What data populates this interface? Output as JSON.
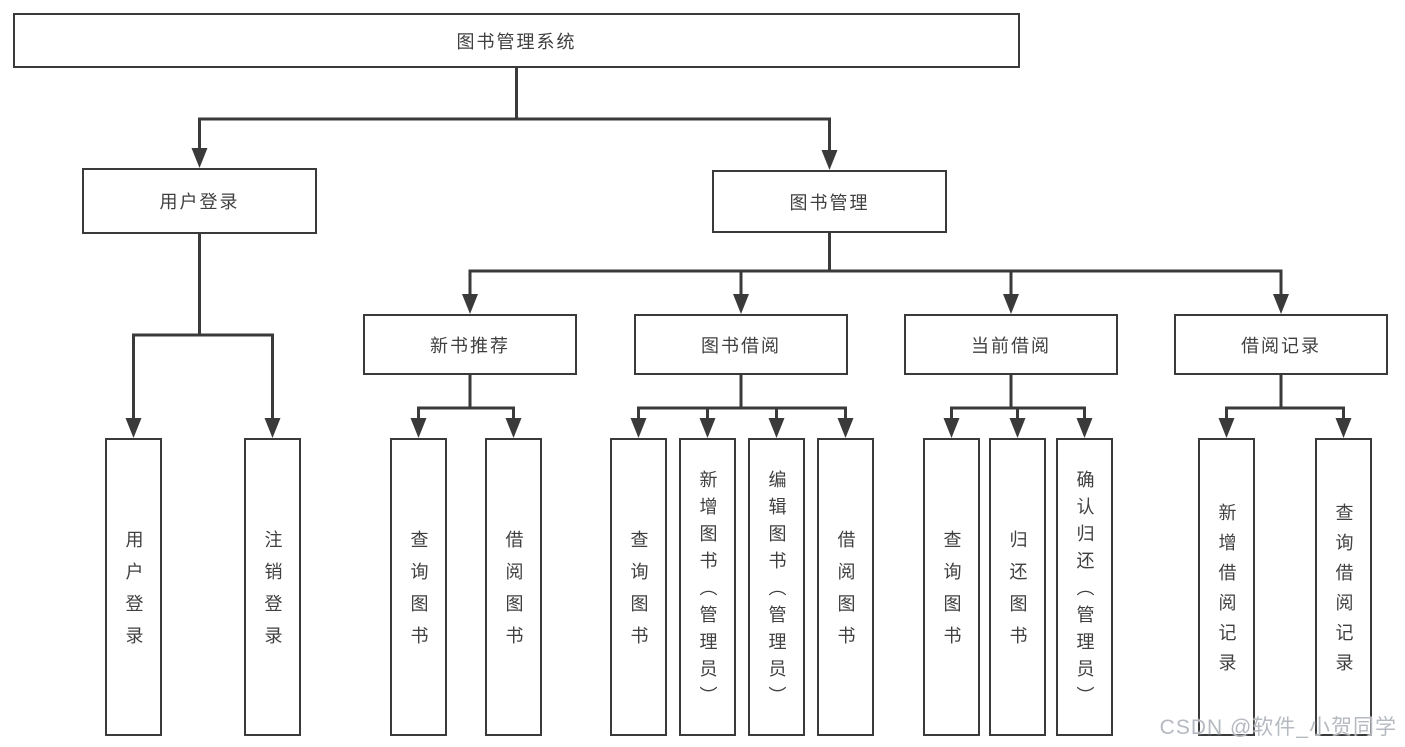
{
  "diagram": {
    "title": "图书管理系统",
    "watermark": "CSDN @软件_小贺同学",
    "colors": {
      "line": "#3a3a3a",
      "text": "#404040",
      "background": "#ffffff",
      "watermark": "#b5b9c0"
    },
    "tree": {
      "id": "root",
      "label": "图书管理系统",
      "children": [
        {
          "id": "user-login",
          "label": "用户登录",
          "children": [
            {
              "id": "leaf-user-login",
              "label": "用户登录"
            },
            {
              "id": "leaf-logout",
              "label": "注销登录"
            }
          ]
        },
        {
          "id": "book-mgmt",
          "label": "图书管理",
          "children": [
            {
              "id": "new-book-rec",
              "label": "新书推荐",
              "children": [
                {
                  "id": "nbr-query-book",
                  "label": "查询图书"
                },
                {
                  "id": "nbr-borrow-book",
                  "label": "借阅图书"
                }
              ]
            },
            {
              "id": "book-borrow",
              "label": "图书借阅",
              "children": [
                {
                  "id": "bb-query-book",
                  "label": "查询图书"
                },
                {
                  "id": "bb-add-book",
                  "label": "新增图书（管理员）"
                },
                {
                  "id": "bb-edit-book",
                  "label": "编辑图书（管理员）"
                },
                {
                  "id": "bb-borrow-book",
                  "label": "借阅图书"
                }
              ]
            },
            {
              "id": "current-borrow",
              "label": "当前借阅",
              "children": [
                {
                  "id": "cb-query-book",
                  "label": "查询图书"
                },
                {
                  "id": "cb-return-book",
                  "label": "归还图书"
                },
                {
                  "id": "cb-confirm-return",
                  "label": "确认归还（管理员）"
                }
              ]
            },
            {
              "id": "borrow-records",
              "label": "借阅记录",
              "children": [
                {
                  "id": "br-add-record",
                  "label": "新增借阅记录"
                },
                {
                  "id": "br-query-record",
                  "label": "查询借阅记录"
                }
              ]
            }
          ]
        }
      ]
    }
  }
}
